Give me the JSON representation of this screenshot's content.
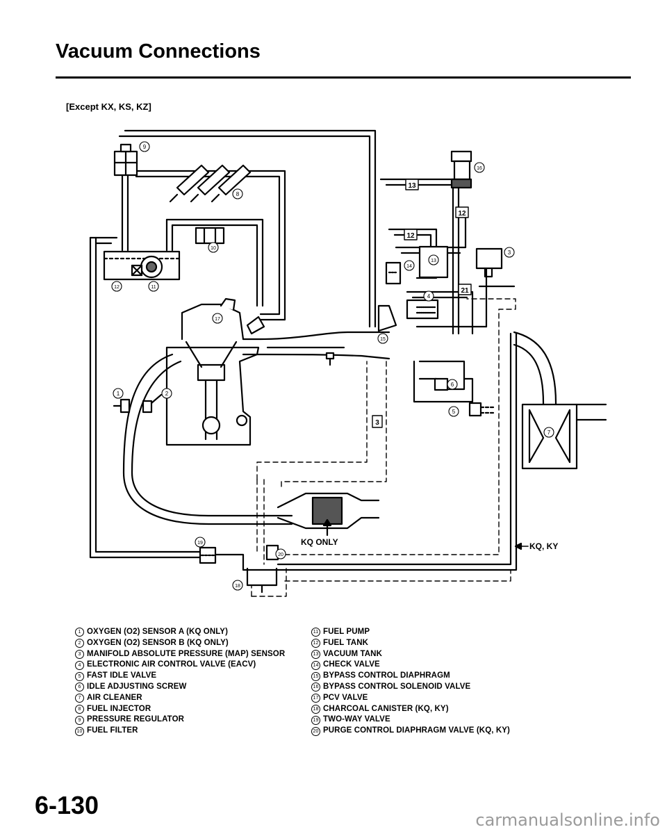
{
  "page": {
    "title": "Vacuum Connections",
    "subtitle": "[Except KX, KS, KZ]",
    "page_number": "6-130",
    "watermark": "carmanualsonline.info"
  },
  "diagram": {
    "callouts": {
      "c1": "1",
      "c2": "2",
      "c3": "3",
      "c4": "4",
      "c5": "5",
      "c6": "6",
      "c7": "7",
      "c8": "8",
      "c9": "9",
      "c10": "10",
      "c11": "11",
      "c12": "12",
      "c13": "13",
      "c14": "14",
      "c15": "15",
      "c16": "16",
      "c17": "17",
      "c18": "18",
      "c19": "19",
      "c20": "20"
    },
    "hose_tags": {
      "h13": "13",
      "h12a": "12",
      "h12b": "12",
      "h21": "21",
      "h3": "3"
    },
    "notes": {
      "kq_only": "KQ ONLY",
      "kq_ky": "KQ, KY"
    }
  },
  "legend": {
    "left": [
      {
        "num": "1",
        "text": "OXYGEN (O2) SENSOR A (KQ ONLY)"
      },
      {
        "num": "2",
        "text": "OXYGEN (O2) SENSOR B (KQ ONLY)"
      },
      {
        "num": "3",
        "text": "MANIFOLD ABSOLUTE PRESSURE (MAP) SENSOR"
      },
      {
        "num": "4",
        "text": "ELECTRONIC AIR CONTROL VALVE (EACV)"
      },
      {
        "num": "5",
        "text": "FAST IDLE VALVE"
      },
      {
        "num": "6",
        "text": "IDLE ADJUSTING SCREW"
      },
      {
        "num": "7",
        "text": "AIR CLEANER"
      },
      {
        "num": "8",
        "text": "FUEL INJECTOR"
      },
      {
        "num": "9",
        "text": "PRESSURE REGULATOR"
      },
      {
        "num": "10",
        "text": "FUEL FILTER"
      }
    ],
    "right": [
      {
        "num": "11",
        "text": "FUEL PUMP"
      },
      {
        "num": "12",
        "text": "FUEL TANK"
      },
      {
        "num": "13",
        "text": "VACUUM TANK"
      },
      {
        "num": "14",
        "text": "CHECK VALVE"
      },
      {
        "num": "15",
        "text": "BYPASS CONTROL DIAPHRAGM"
      },
      {
        "num": "16",
        "text": "BYPASS CONTROL SOLENOID VALVE"
      },
      {
        "num": "17",
        "text": "PCV VALVE"
      },
      {
        "num": "18",
        "text": "CHARCOAL CANISTER (KQ, KY)"
      },
      {
        "num": "19",
        "text": "TWO-WAY VALVE"
      },
      {
        "num": "20",
        "text": "PURGE CONTROL DIAPHRAGM VALVE (KQ, KY)"
      }
    ]
  }
}
